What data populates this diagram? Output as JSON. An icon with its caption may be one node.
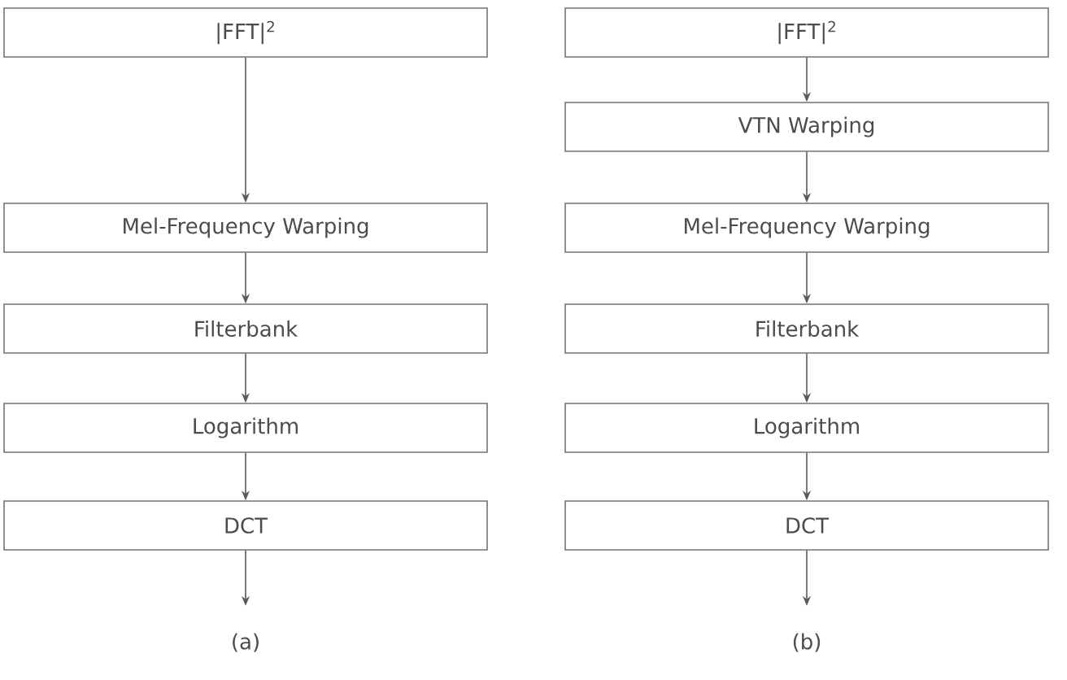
{
  "diagram": {
    "nodes": [
      {
        "text": [
          "|FFT|$^{2}$"
        ]
      },
      {
        "text": [
          "Mel-Frequency Warping"
        ]
      },
      {
        "text": [
          "Filterbank"
        ]
      },
      {
        "text": [
          "Logarithm"
        ]
      },
      {
        "text": [
          "DCT"
        ]
      },
      {
        "text": [
          "|FFT|$^{2}$"
        ]
      },
      {
        "text": [
          "VTN Warping"
        ]
      },
      {
        "text": [
          "Mel-Frequency Warping"
        ]
      },
      {
        "text": [
          "Filterbank"
        ]
      },
      {
        "text": [
          "Logarithm"
        ]
      },
      {
        "text": [
          "DCT"
        ]
      }
    ],
    "edges": [
      {
        "from": 0,
        "to": 1,
        "arrow": "to"
      },
      {
        "from": 1,
        "to": 2,
        "arrow": "to"
      },
      {
        "from": 2,
        "to": 3,
        "arrow": "to"
      },
      {
        "from": 3,
        "to": 4,
        "arrow": "to"
      },
      {
        "from": 4,
        "to": null,
        "arrow": "to"
      },
      {
        "from": 5,
        "to": 6,
        "arrow": "to"
      },
      {
        "from": 6,
        "to": 7,
        "arrow": "to"
      },
      {
        "from": 7,
        "to": 8,
        "arrow": "to"
      },
      {
        "from": 8,
        "to": 9,
        "arrow": "to"
      },
      {
        "from": 9,
        "to": 10,
        "arrow": "to"
      },
      {
        "from": 10,
        "to": null,
        "arrow": "to"
      }
    ],
    "labels": [
      "(a)",
      "(b)"
    ]
  }
}
